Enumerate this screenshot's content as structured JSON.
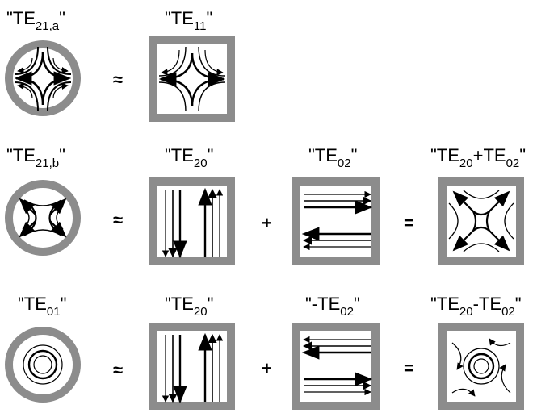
{
  "rows": [
    {
      "id": "te21a",
      "label": {
        "pre": "\"TE",
        "sub": "21,a",
        "post": "\""
      },
      "terms": [
        {
          "id": "te11",
          "label": {
            "pre": "\"TE",
            "sub": "11",
            "post": "\""
          }
        }
      ],
      "operators": [
        "≈"
      ]
    },
    {
      "id": "te21b",
      "label": {
        "pre": "\"TE",
        "sub": "21,b",
        "post": "\""
      },
      "terms": [
        {
          "id": "te20",
          "label": {
            "pre": "\"TE",
            "sub": "20",
            "post": "\""
          }
        },
        {
          "id": "te02",
          "label": {
            "pre": "\"TE",
            "sub": "02",
            "post": "\""
          }
        },
        {
          "id": "te20-plus-te02",
          "label": {
            "pre": "\"TE",
            "sub": "20",
            "mid": "+TE",
            "sub2": "02",
            "post": "\""
          }
        }
      ],
      "operators": [
        "≈",
        "+",
        "="
      ]
    },
    {
      "id": "te01",
      "label": {
        "pre": "\"TE",
        "sub": "01",
        "post": "\""
      },
      "terms": [
        {
          "id": "te20",
          "label": {
            "pre": "\"TE",
            "sub": "20",
            "post": "\""
          }
        },
        {
          "id": "minus-te02",
          "label": {
            "pre": "\"-TE",
            "sub": "02",
            "post": "\""
          }
        },
        {
          "id": "te20-minus-te02",
          "label": {
            "pre": "\"TE",
            "sub": "20",
            "mid": "-TE",
            "sub2": "02",
            "post": "\""
          }
        }
      ],
      "operators": [
        "≈",
        "+",
        "="
      ]
    }
  ],
  "colors": {
    "wall": "#8c8c8c",
    "field": "#000000"
  }
}
